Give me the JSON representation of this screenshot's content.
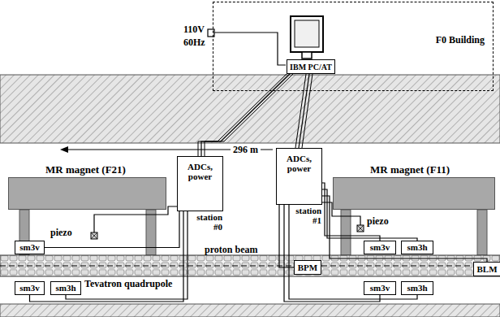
{
  "diagram": {
    "nodes": [
      {
        "text": [
          "F0 Building"
        ]
      },
      {
        "text": [
          "IBM PC/AT"
        ],
        "in": 0
      },
      {
        "text": [
          "ADCs, power",
          "station #0"
        ]
      },
      {
        "text": [
          "ADCs, power",
          "station #1"
        ]
      },
      {
        "text": [
          "MR magnet (F21)"
        ]
      },
      {
        "text": [
          "MR magnet (F11)"
        ]
      },
      {
        "text": [
          "sm3v"
        ]
      },
      {
        "text": [
          "sm3v"
        ]
      },
      {
        "text": [
          "sm3h"
        ]
      },
      {
        "text": [
          "sm3v"
        ]
      },
      {
        "text": [
          "sm3h"
        ]
      },
      {
        "text": [
          "BPM"
        ]
      },
      {
        "text": [
          "sm3v"
        ]
      },
      {
        "text": [
          "sm3h"
        ]
      },
      {
        "text": [
          "BLM"
        ]
      }
    ],
    "edges": [
      {
        "from": 1,
        "to": 2,
        "arrow": "none"
      },
      {
        "from": 1,
        "to": 3,
        "arrow": "none"
      },
      {
        "from": 2,
        "to": 6,
        "arrow": "none"
      },
      {
        "from": 2,
        "to": 7,
        "arrow": "none"
      },
      {
        "from": 2,
        "to": 8,
        "arrow": "none"
      },
      {
        "from": 3,
        "to": 9,
        "arrow": "none"
      },
      {
        "from": 3,
        "to": 10,
        "arrow": "none"
      },
      {
        "from": 3,
        "to": 11,
        "arrow": "none"
      },
      {
        "from": 3,
        "to": 12,
        "arrow": "none"
      },
      {
        "from": 3,
        "to": 13,
        "arrow": "none"
      },
      {
        "from": 3,
        "to": 14,
        "arrow": "none"
      }
    ],
    "labels": [
      "110V",
      "60Hz",
      "296 m",
      "piezo",
      "piezo",
      "proton beam",
      "Tevatron quadrupole"
    ]
  }
}
